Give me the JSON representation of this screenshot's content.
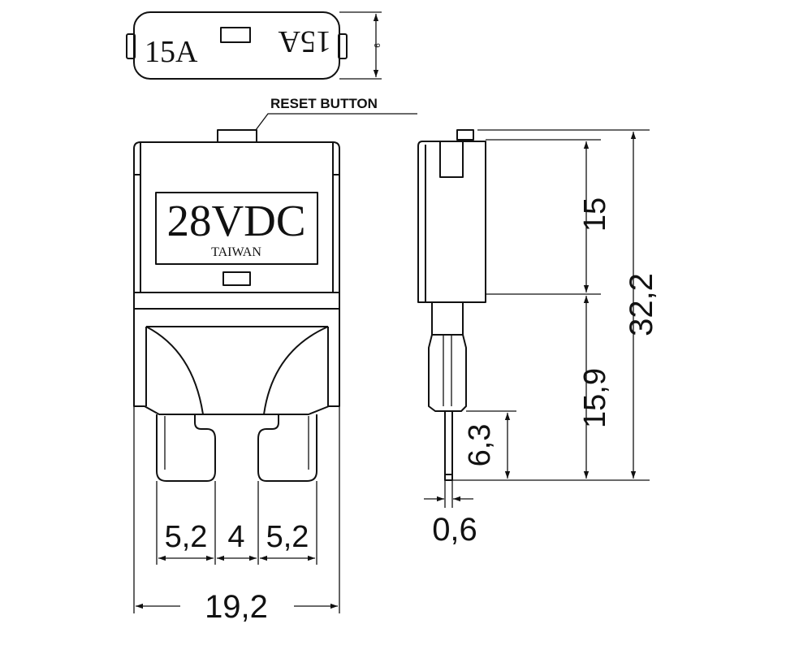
{
  "top_view": {
    "rating_left": "15A",
    "rating_right_mirrored": "15A",
    "height_dim": "6"
  },
  "front_view": {
    "callout": "RESET BUTTON",
    "voltage": "28VDC",
    "origin": "TAIWAN",
    "dim_left_blade": "5,2",
    "dim_gap": "4",
    "dim_right_blade": "5,2",
    "dim_width": "19,2"
  },
  "side_view": {
    "dim_body": "15",
    "dim_terminal": "15,9",
    "dim_total": "32,2",
    "dim_blade_tip": "6,3",
    "dim_thickness": "0,6"
  },
  "colors": {
    "line": "#111111",
    "background": "#ffffff"
  }
}
